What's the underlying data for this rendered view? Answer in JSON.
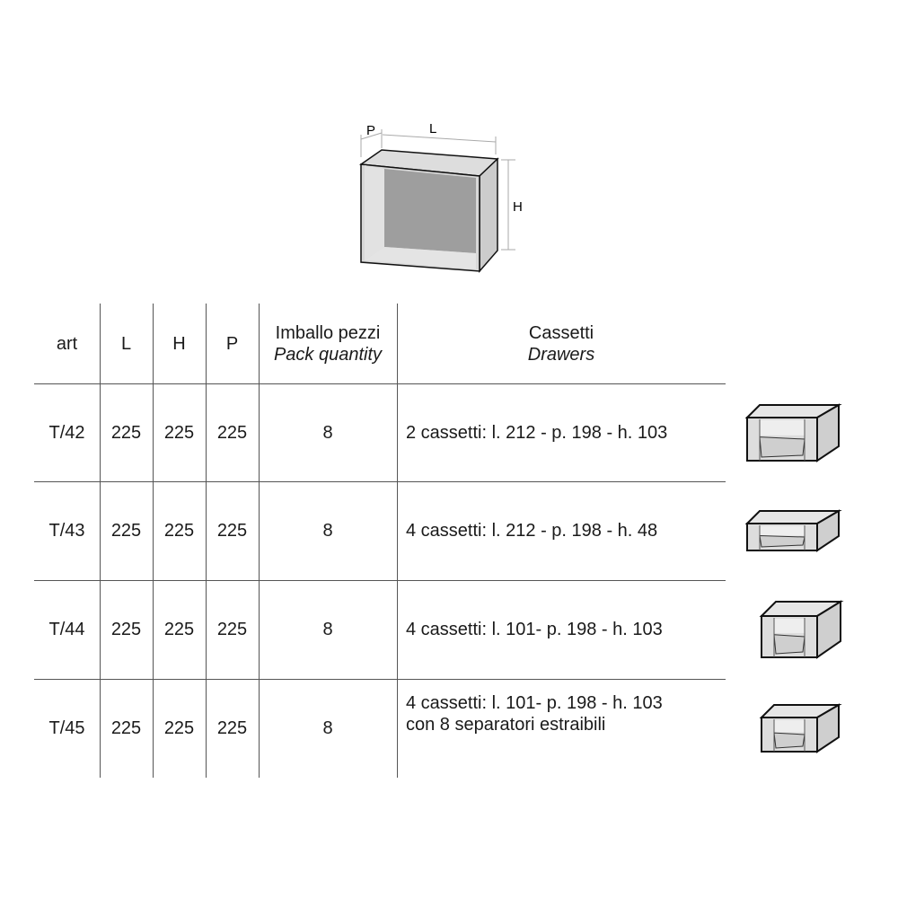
{
  "diagram": {
    "label_p": "P",
    "label_l": "L",
    "label_h": "H"
  },
  "headers": {
    "art": "art",
    "l": "L",
    "h": "H",
    "p": "P",
    "pack_it": "Imballo pezzi",
    "pack_en": "Pack quantity",
    "drawers_it": "Cassetti",
    "drawers_en": "Drawers"
  },
  "rows": [
    {
      "art": "T/42",
      "l": "225",
      "h": "225",
      "p": "225",
      "pack": "8",
      "desc1": "2 cassetti: l. 212 - p. 198 - h. 103",
      "desc2": ""
    },
    {
      "art": "T/43",
      "l": "225",
      "h": "225",
      "p": "225",
      "pack": "8",
      "desc1": "4 cassetti: l. 212 - p. 198 - h. 48",
      "desc2": ""
    },
    {
      "art": "T/44",
      "l": "225",
      "h": "225",
      "p": "225",
      "pack": "8",
      "desc1": "4 cassetti: l. 101- p. 198 - h. 103",
      "desc2": ""
    },
    {
      "art": "T/45",
      "l": "225",
      "h": "225",
      "p": "225",
      "pack": "8",
      "desc1": "4 cassetti: l. 101- p. 198 - h. 103",
      "desc2": "con 8 separatori estraibili"
    }
  ]
}
